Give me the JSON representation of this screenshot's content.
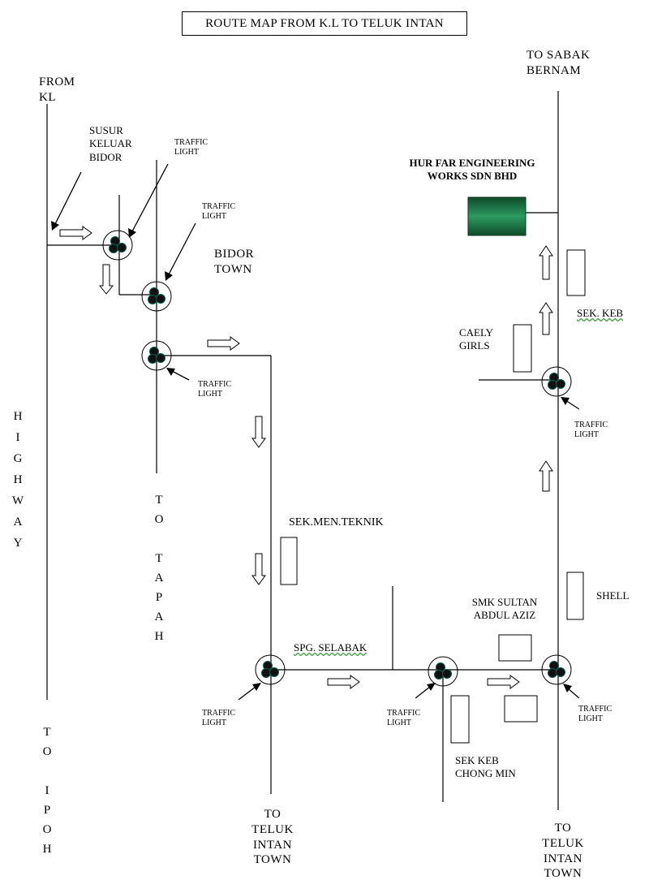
{
  "title": "ROUTE MAP FROM K.L TO TELUK INTAN",
  "labels": {
    "from_kl": "FROM KL",
    "susur_keluar": "SUSUR KELUAR BIDOR",
    "bidor_town": "BIDOR TOWN",
    "highway": "HIGHWAY",
    "to_tapah": "TO TAPAH",
    "to_ipoh": "TO IPOH",
    "to_sabak_bernam": "TO SABAK BERNAM",
    "company": "HUR FAR ENGINEERING WORKS SDN BHD",
    "sek_keb": "SEK. KEB",
    "caely_girls": "CAELY GIRLS",
    "sek_men_teknik": "SEK.MEN.TEKNIK",
    "shell": "SHELL",
    "smk_sultan": "SMK SULTAN ABDUL AZIZ",
    "spg_selabak": "SPG. SELABAK",
    "sek_keb_chong_min": "SEK KEB CHONG MIN",
    "to_teluk_intan_town_1": "TO TELUK INTAN TOWN",
    "to_teluk_intan_town_2": "TO TELUK INTAN TOWN"
  },
  "traffic_light_label": "TRAFFIC LIGHT",
  "colors": {
    "line": "#000000",
    "company_fill": "#1f7a4a",
    "company_dark": "#0f4a2a",
    "light": "#111111"
  }
}
